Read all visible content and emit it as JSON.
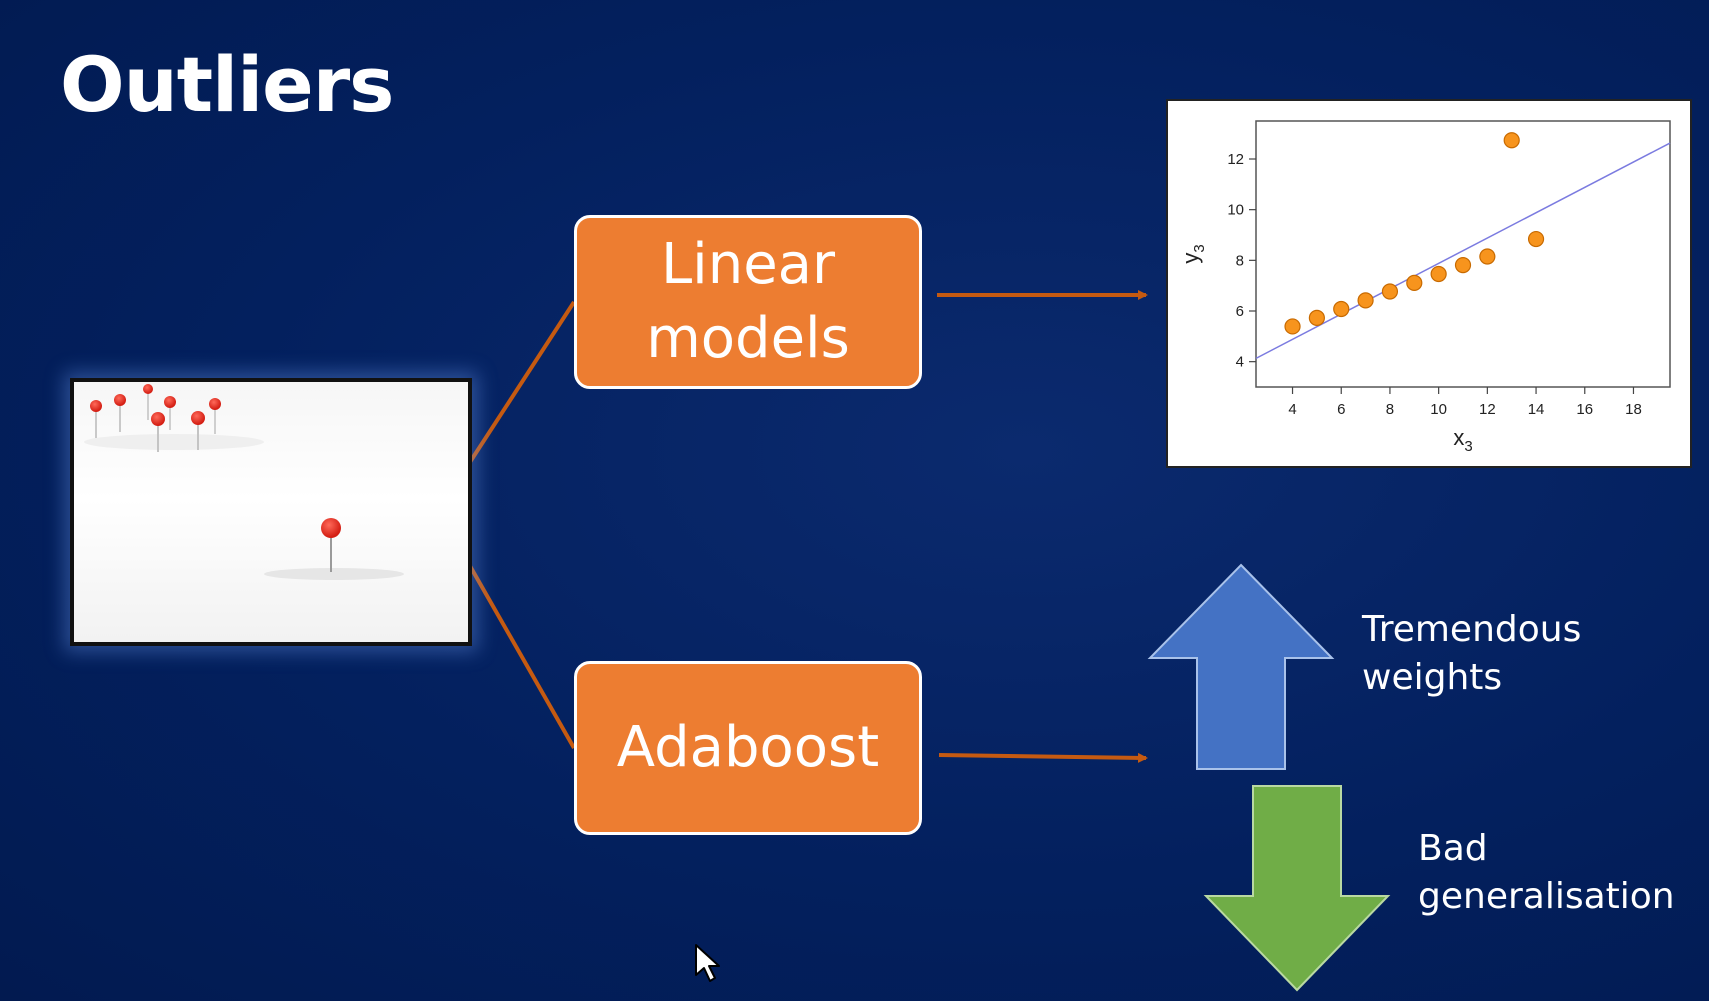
{
  "slide": {
    "title": "Outliers"
  },
  "boxes": {
    "linear": "Linear\nmodels",
    "adaboost": "Adaboost"
  },
  "captions": {
    "up": "Tremendous\nweights",
    "down": "Bad\ngeneralisation"
  },
  "colors": {
    "background": "#03205e",
    "box_fill": "#ed7d31",
    "connector": "#c55a11",
    "arrow_up": "#4472c4",
    "arrow_down": "#70ad47",
    "point_fill": "#f7941d",
    "fit_line": "#7b7be0"
  },
  "icons": {
    "photo": "red-pins-in-snow-photo",
    "up_arrow": "up-arrow-icon",
    "down_arrow": "down-arrow-icon",
    "cursor": "mouse-cursor-icon"
  },
  "chart_data": {
    "type": "scatter",
    "xlabel": "x",
    "xlabel_sub": "3",
    "ylabel": "y",
    "ylabel_sub": "3",
    "xlim": [
      2.5,
      19.5
    ],
    "ylim": [
      3,
      13.5
    ],
    "xticks": [
      4,
      6,
      8,
      10,
      12,
      14,
      16,
      18
    ],
    "yticks": [
      4,
      6,
      8,
      10,
      12
    ],
    "grid": false,
    "series": [
      {
        "x": [
          4,
          5,
          6,
          7,
          8,
          9,
          10,
          11,
          12,
          13,
          14
        ],
        "y": [
          5.39,
          5.73,
          6.08,
          6.42,
          6.77,
          7.11,
          7.46,
          7.81,
          8.15,
          12.74,
          8.84
        ]
      }
    ],
    "fit_line": {
      "x": [
        2.5,
        19.5
      ],
      "y": [
        4.13,
        12.63
      ]
    }
  }
}
